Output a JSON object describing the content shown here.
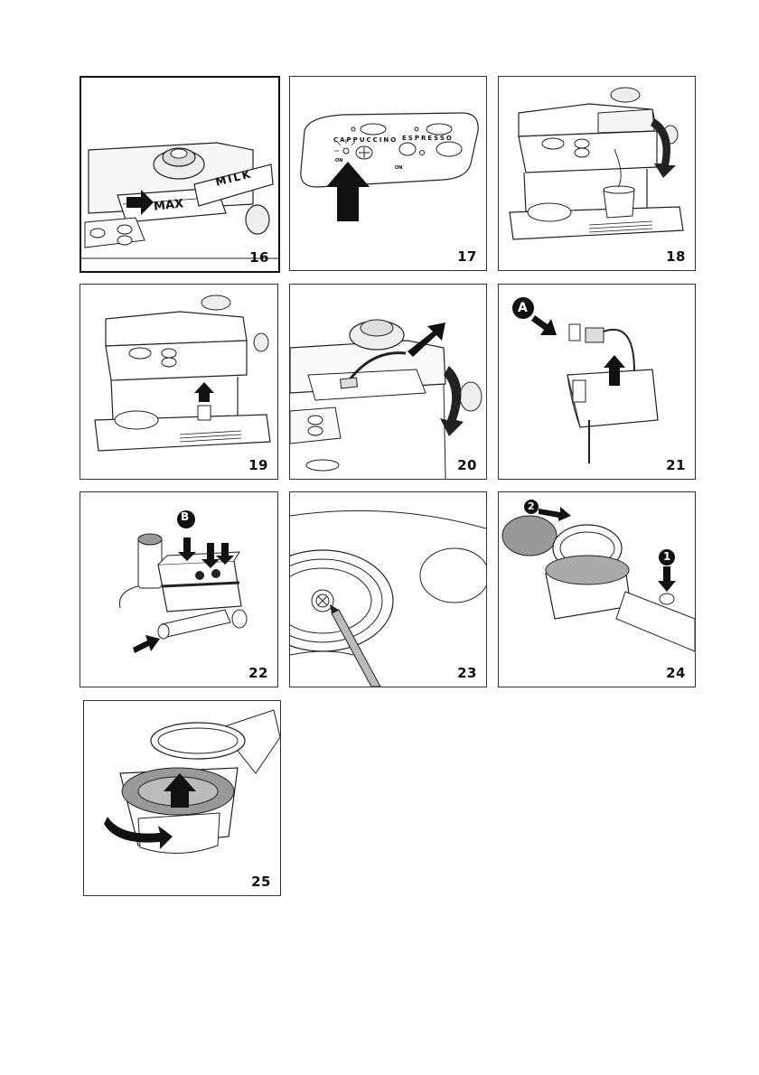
{
  "panels": [
    {
      "number": "16",
      "labels": {
        "max": "MAX",
        "milk": "MILK"
      }
    },
    {
      "number": "17",
      "labels": {
        "cappuccino": "CAPPUCCINO",
        "espresso": "ESPRESSO",
        "on_left": "ON",
        "on_right": "ON"
      }
    },
    {
      "number": "18"
    },
    {
      "number": "19"
    },
    {
      "number": "20"
    },
    {
      "number": "21",
      "labels": {
        "callout": "A"
      }
    },
    {
      "number": "22",
      "labels": {
        "callout": "B"
      }
    },
    {
      "number": "23"
    },
    {
      "number": "24",
      "labels": {
        "step_1": "1",
        "step_2": "2"
      }
    },
    {
      "number": "25"
    }
  ]
}
